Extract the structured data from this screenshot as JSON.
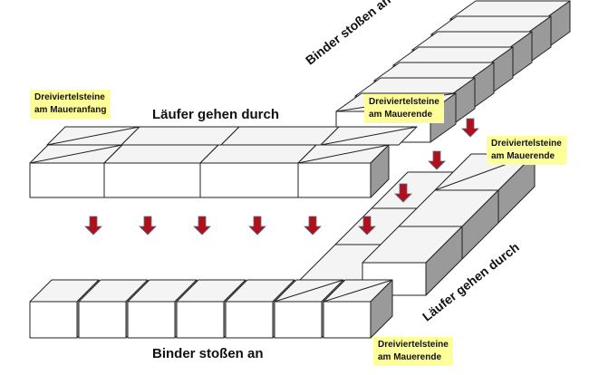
{
  "labels": {
    "top_runner": "Läufer gehen durch",
    "top_binder": "Binder stoßen an",
    "bottom_binder": "Binder stoßen an",
    "bottom_runner": "Läufer gehen durch"
  },
  "notes": {
    "top_left": [
      "Dreiviertelsteine",
      "am Maueranfang"
    ],
    "top_right": [
      "Dreiviertelsteine",
      "am Mauerende"
    ],
    "middle_right": [
      "Dreiviertelsteine",
      "am Mauerende"
    ],
    "bottom_right": [
      "Dreiviertelsteine",
      "am Mauerende"
    ]
  },
  "colors": {
    "arrow": "#b0101a",
    "brick_front": "#ffffff",
    "brick_top": "#f4f4f4",
    "brick_side": "#9a9a9a",
    "note_background": "#ffff99"
  }
}
